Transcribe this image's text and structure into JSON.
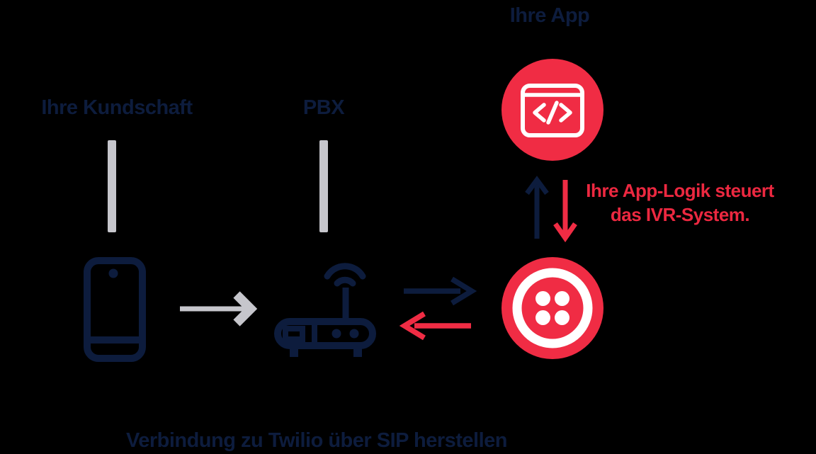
{
  "colors": {
    "background": "#000000",
    "navy": "#0d1c3d",
    "red": "#f02c44",
    "red_text": "#ec2840",
    "gray": "#c6c6cc",
    "white": "#ffffff"
  },
  "nodes": {
    "customers_label": "Ihre Kundschaft",
    "pbx_label": "PBX",
    "app_label": "Ihre App"
  },
  "annotations": {
    "app_logic_line1": "Ihre App-Logik steuert",
    "app_logic_line2": "das IVR-System.",
    "caption": "Verbindung zu Twilio über SIP herstellen"
  },
  "icons": {
    "phone": "smartphone-icon",
    "router": "pbx-router-icon",
    "app": "code-window-icon",
    "twilio": "twilio-logo-icon"
  }
}
